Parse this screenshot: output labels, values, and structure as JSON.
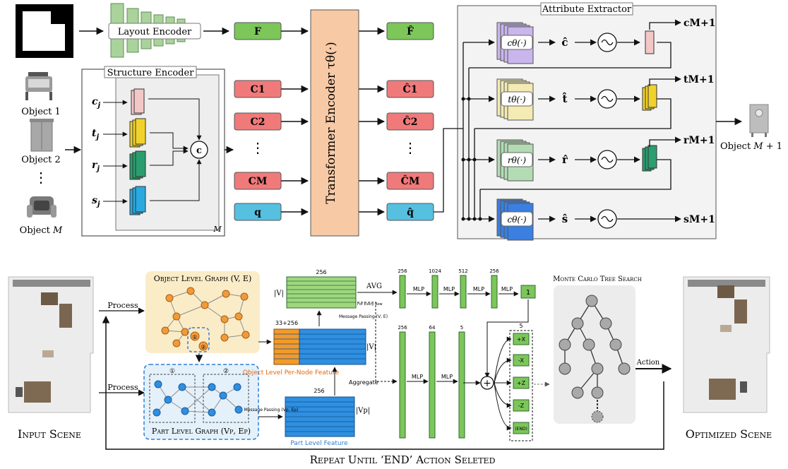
{
  "top": {
    "layout_encoder": "Layout Encoder",
    "structure_encoder": "Structure Encoder",
    "attribute_extractor": "Attribute Extractor",
    "transformer": "Transformer Encoder τθ(·)",
    "objects": [
      "Object 1",
      "Object 2",
      "Object M"
    ],
    "object_output": "Object M + 1",
    "structure_inputs": [
      "cj",
      "tj",
      "rj",
      "sj"
    ],
    "concat_symbol": "c",
    "repeat_mark": "M",
    "tokens_in": [
      "F",
      "C1",
      "C2",
      "⋮",
      "CM",
      "q"
    ],
    "tokens_out": [
      "F̂",
      "Ĉ1",
      "Ĉ2",
      "⋮",
      "ĈM",
      "q̂"
    ],
    "heads": [
      {
        "func": "cθ(·)",
        "hat": "ĉ",
        "out": "cM+1",
        "color": "#c9b6ec"
      },
      {
        "func": "tθ(·)",
        "hat": "t̂",
        "out": "tM+1",
        "color": "#f3eab4"
      },
      {
        "func": "rθ(·)",
        "hat": "r̂",
        "out": "rM+1",
        "color": "#b4dcb4"
      },
      {
        "func": "cθ(·)",
        "hat": "ŝ",
        "out": "sM+1",
        "color": "#3b7fe0"
      }
    ]
  },
  "bottom": {
    "input_scene": "Input Scene",
    "optimized_scene": "Optimized Scene",
    "process_1": "Process",
    "process_2": "Process",
    "object_graph_title": "Object Level Graph (V, E)",
    "part_graph_title": "Part Level Graph (Vp, Ep)",
    "part_marks": [
      "①",
      "②"
    ],
    "object_marks": [
      "①",
      "②"
    ],
    "dim_256_top": "256",
    "v_label": "|V|",
    "v_label_2": "|V|",
    "vp_label": "|Vp|",
    "dim_33_256": "33+256",
    "dim_256_part": "256",
    "message_passing_top": "Message Passing (V, E)",
    "message_passing_part": "Message Passing (Vp, Ep)",
    "for_every_row": "For Every Row",
    "aggregate": "Aggregate",
    "object_level_feature": "Object Level Per-Node Feature",
    "part_level_feature": "Part Level Feature",
    "avg": "AVG",
    "mlp_labels": [
      "MLP",
      "MLP",
      "MLP",
      "MLP",
      "MLP",
      "MLP"
    ],
    "dims_top": [
      "256",
      "1024",
      "512",
      "256"
    ],
    "dims_bottom": [
      "256",
      "64",
      "5"
    ],
    "dim_5_actions": "5",
    "score_box": "1",
    "actions": [
      "+X",
      "-X",
      "+Z",
      "-Z",
      "END"
    ],
    "plus": "+",
    "mcts_title": "Monte Carlo Tree Search",
    "action_label": "Action",
    "repeat_label": "Repeat Until ‘END’ Action Seleted"
  }
}
